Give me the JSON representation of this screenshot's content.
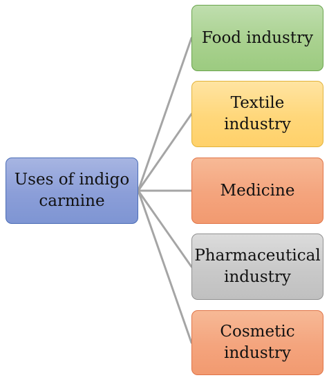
{
  "diagram": {
    "root": {
      "line1": "Uses of indigo",
      "line2": "carmine"
    },
    "branches": [
      {
        "line1": "Food industry",
        "line2": ""
      },
      {
        "line1": "Textile industry",
        "line2": ""
      },
      {
        "line1": "Medicine",
        "line2": ""
      },
      {
        "line1": "Pharmaceutical",
        "line2": "industry"
      },
      {
        "line1": "Cosmetic",
        "line2": "industry"
      }
    ],
    "colors": {
      "connector": "#a5a5a5",
      "root_fill": "#8b9ed8",
      "food_fill": "#a9d18f",
      "textile_fill": "#ffd77a",
      "medicine_fill": "#f4a47d",
      "pharmaceutical_fill": "#c9c9c9",
      "cosmetic_fill": "#f4a47d"
    }
  }
}
